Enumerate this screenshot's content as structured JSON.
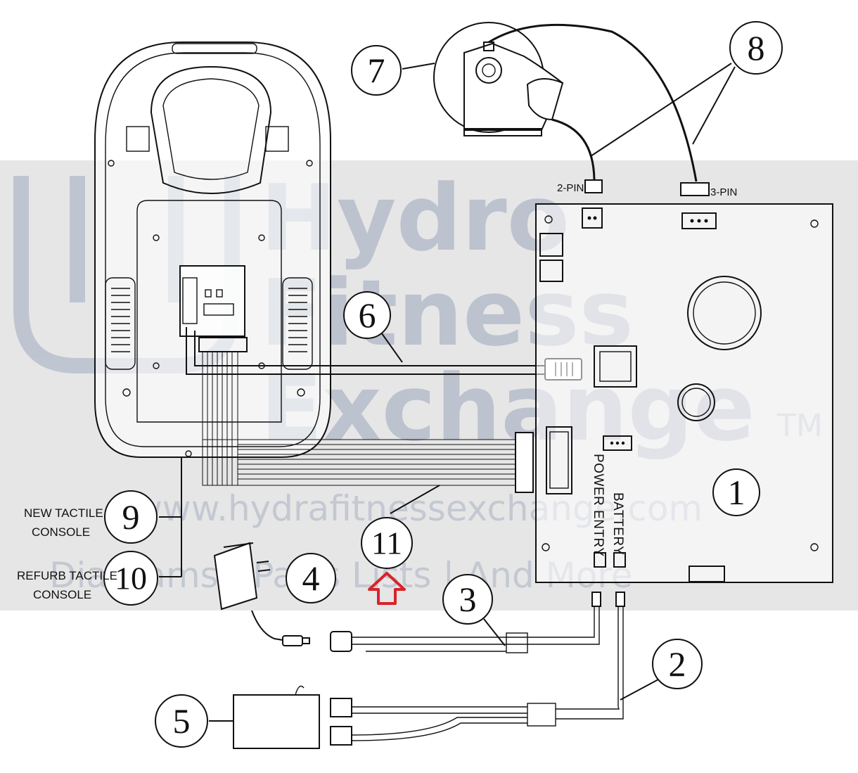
{
  "watermark": {
    "line1": "Hydro",
    "line2": "Fitness",
    "line3": "Exchange",
    "trademark": "TM",
    "url": "www.hydrafitnessexchange.com",
    "tagline": "Diagrams | Parts Lists | And More"
  },
  "connector_labels": {
    "two_pin": "2-PIN",
    "three_pin": "3-PIN"
  },
  "board_labels": {
    "power_entry": "POWER ENTRY",
    "battery": "BATTERY"
  },
  "console_labels": {
    "new_line1": "NEW TACTILE",
    "new_line2": "CONSOLE",
    "refurb_line1": "REFURB TACTILE",
    "refurb_line2": "CONSOLE"
  },
  "callouts": [
    "1",
    "2",
    "3",
    "4",
    "5",
    "6",
    "7",
    "8",
    "9",
    "10",
    "11"
  ],
  "colors": {
    "ink": "#111111",
    "watermark": "#9aa5bb",
    "band": "#e6e6e6",
    "arrow": "#d9232a"
  }
}
